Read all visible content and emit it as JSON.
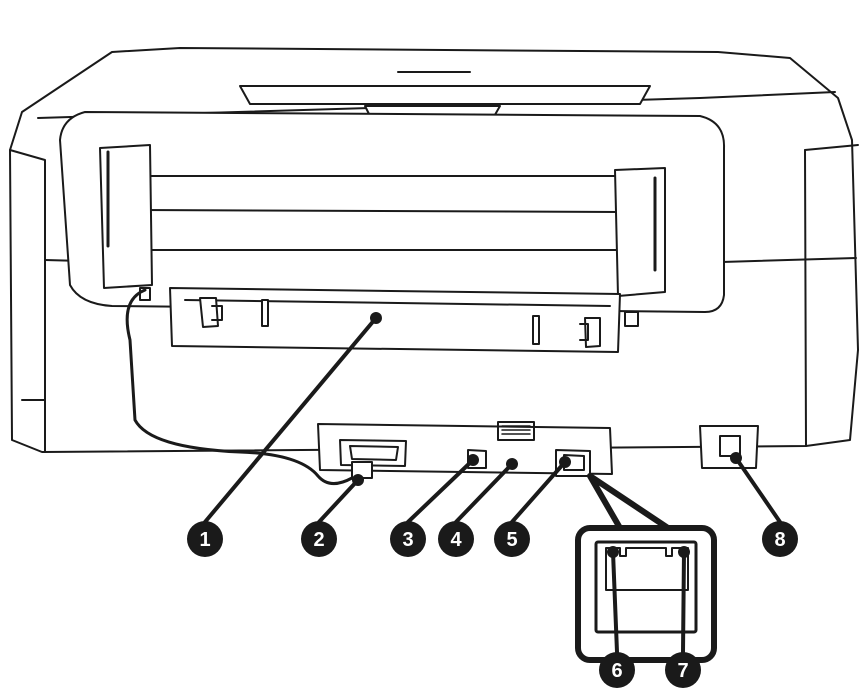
{
  "diagram": {
    "subject": "printer-rear-view",
    "callouts": [
      {
        "id": 1,
        "label": "1"
      },
      {
        "id": 2,
        "label": "2"
      },
      {
        "id": 3,
        "label": "3"
      },
      {
        "id": 4,
        "label": "4"
      },
      {
        "id": 5,
        "label": "5"
      },
      {
        "id": 6,
        "label": "6"
      },
      {
        "id": 7,
        "label": "7"
      },
      {
        "id": 8,
        "label": "8"
      }
    ],
    "colors": {
      "line": "#1a1a1a",
      "fill": "#ffffff",
      "callout": "#1a1a1a"
    }
  }
}
